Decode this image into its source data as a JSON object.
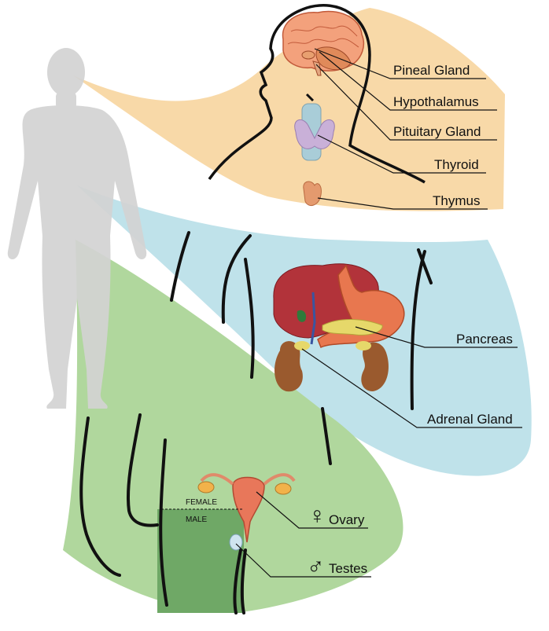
{
  "labels": {
    "pineal": "Pineal Gland",
    "hypothalamus": "Hypothalamus",
    "pituitary": "Pituitary Gland",
    "thyroid": "Thyroid",
    "thymus": "Thymus",
    "pancreas": "Pancreas",
    "adrenal": "Adrenal Gland",
    "ovary": "Ovary",
    "testes": "Testes",
    "female": "FEMALE",
    "male": "MALE"
  },
  "symbols": {
    "female": "♀",
    "male": "♂"
  },
  "colors": {
    "head_panel": "#f8d9a8",
    "torso_panel": "#bfe2ea",
    "pelvis_panel": "#b0d79d",
    "male_box": "#6fa866",
    "silhouette": "#d3d3d3",
    "brain": "#f3a17c",
    "liver": "#b2333a",
    "stomach": "#e8774f",
    "kidney": "#9a5a2e",
    "thyroid": "#c9b0d8",
    "thymus": "#e49a6e",
    "uterus": "#e8775a"
  }
}
